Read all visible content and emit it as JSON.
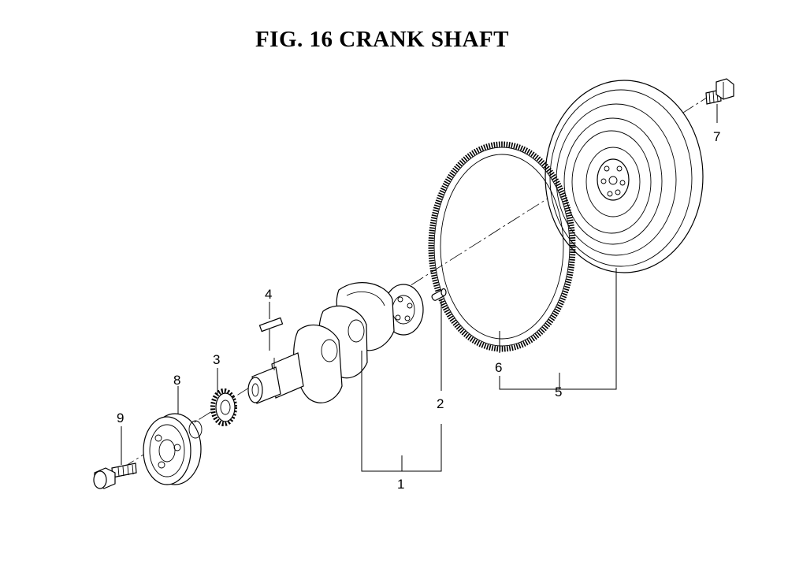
{
  "title": "FIG. 16  CRANK SHAFT",
  "callouts": {
    "c1": "1",
    "c2": "2",
    "c3": "3",
    "c4": "4",
    "c5": "5",
    "c6": "6",
    "c7": "7",
    "c8": "8",
    "c9": "9"
  }
}
